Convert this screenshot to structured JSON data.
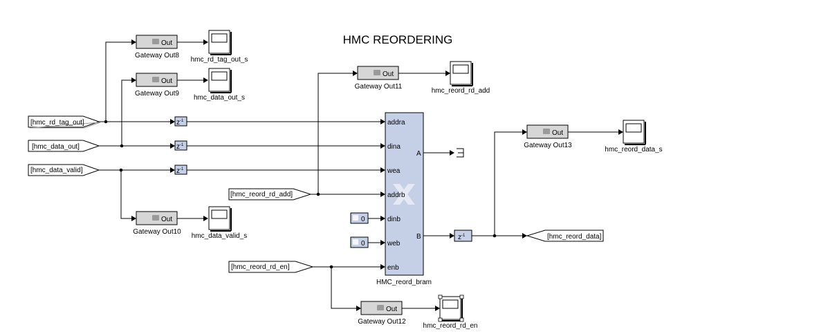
{
  "title": "HMC REORDERING",
  "from_tags": [
    {
      "label": "[hmc_rd_tag_out]"
    },
    {
      "label": "[hmc_data_out]"
    },
    {
      "label": "[hmc_data_valid]"
    },
    {
      "label": "[hmc_reord_rd_add]"
    },
    {
      "label": "[hmc_reord_rd_en]"
    }
  ],
  "goto_tags": [
    {
      "label": "[hmc_reord_data]"
    }
  ],
  "gateways": [
    {
      "label": "Gateway Out8",
      "port": "Out"
    },
    {
      "label": "Gateway Out9",
      "port": "Out"
    },
    {
      "label": "Gateway Out10",
      "port": "Out"
    },
    {
      "label": "Gateway Out11",
      "port": "Out"
    },
    {
      "label": "Gateway Out12",
      "port": "Out"
    },
    {
      "label": "Gateway Out13",
      "port": "Out"
    }
  ],
  "scopes": [
    {
      "label": "hmc_rd_tag_out_s"
    },
    {
      "label": "hmc_data_out_s"
    },
    {
      "label": "hmc_data_valid_s"
    },
    {
      "label": "hmc_reord_rd_add"
    },
    {
      "label": "hmc_reord_rd_en"
    },
    {
      "label": "hmc_reord_data_s"
    }
  ],
  "delays": [
    {
      "text": "z",
      "exp": "-1"
    },
    {
      "text": "z",
      "exp": "-1"
    },
    {
      "text": "z",
      "exp": "-1"
    },
    {
      "text": "z",
      "exp": "-1"
    }
  ],
  "constants": [
    {
      "value": "0"
    },
    {
      "value": "0"
    }
  ],
  "bram": {
    "label": "HMC_reord_bram",
    "inputs": [
      "addra",
      "dina",
      "wea",
      "addrb",
      "dinb",
      "web",
      "enb"
    ],
    "outputs": [
      "A",
      "B"
    ]
  },
  "colors": {
    "bram_fill": "#c5d0e6",
    "delay_fill": "#c5d0e6",
    "gateway_fill": "#d6d6d6"
  }
}
